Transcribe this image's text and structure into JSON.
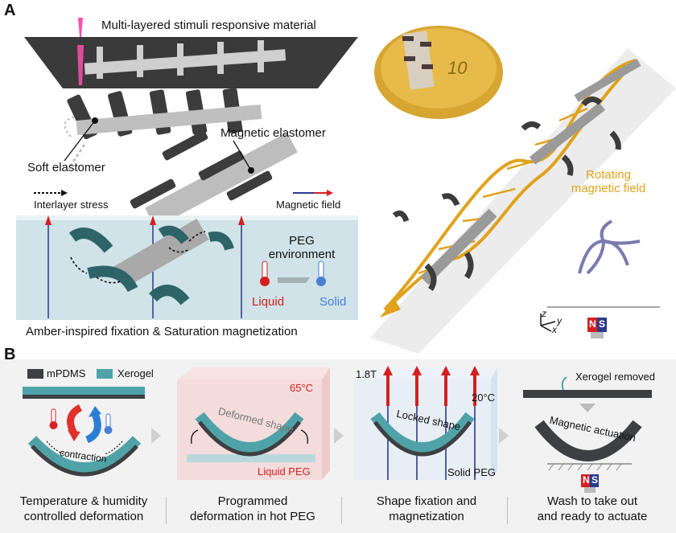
{
  "panel_a": {
    "letter": "A",
    "multilayer_label": "Multi-layered stimuli responsive material",
    "magnetic_elastomer_label": "Magnetic elastomer",
    "soft_elastomer_label": "Soft elastomer",
    "interlayer_stress_label": "Interlayer stress",
    "magnetic_field_label": "Magnetic field",
    "peg_environment_label_1": "PEG",
    "peg_environment_label_2": "environment",
    "liquid_label": "Liquid",
    "solid_label": "Solid",
    "caption": "Amber-inspired fixation & Saturation magnetization",
    "coin_value": "10",
    "rotating_field_label_1": "Rotating",
    "rotating_field_label_2": "magnetic field",
    "axis_z": "z",
    "axis_y": "y",
    "axis_x": "x",
    "magnet_n": "N",
    "magnet_s": "S"
  },
  "panel_b": {
    "letter": "B",
    "legend_mpdms": "mPDMS",
    "legend_xerogel": "Xerogel",
    "contraction_label": "contraction",
    "temp_65": "65°C",
    "deformed_shape_label": "Deformed shape",
    "liquid_peg_label": "Liquid PEG",
    "field_strength": "1.8T",
    "temp_20": "20°C",
    "locked_shape_label": "Locked shape",
    "solid_peg_label": "Solid PEG",
    "xerogel_removed_label": "Xerogel removed",
    "magnetic_actuation_label": "Magnetic actuation",
    "magnet_n": "N",
    "magnet_s": "S",
    "captions": [
      {
        "line1": "Temperature & humidity",
        "line2": "controlled deformation"
      },
      {
        "line1": "Programmed",
        "line2": "deformation in hot PEG"
      },
      {
        "line1": "Shape fixation and",
        "line2": "magnetization"
      },
      {
        "line1": "Wash to take out",
        "line2": "and ready to actuate"
      }
    ]
  },
  "colors": {
    "mpdms": "#3d3f42",
    "xerogel": "#4fa3a8",
    "field_arrow": "#d42020",
    "field_line": "#2c3a8c",
    "gold": "#e0a21c",
    "peg_water": "#cfe3e8"
  }
}
